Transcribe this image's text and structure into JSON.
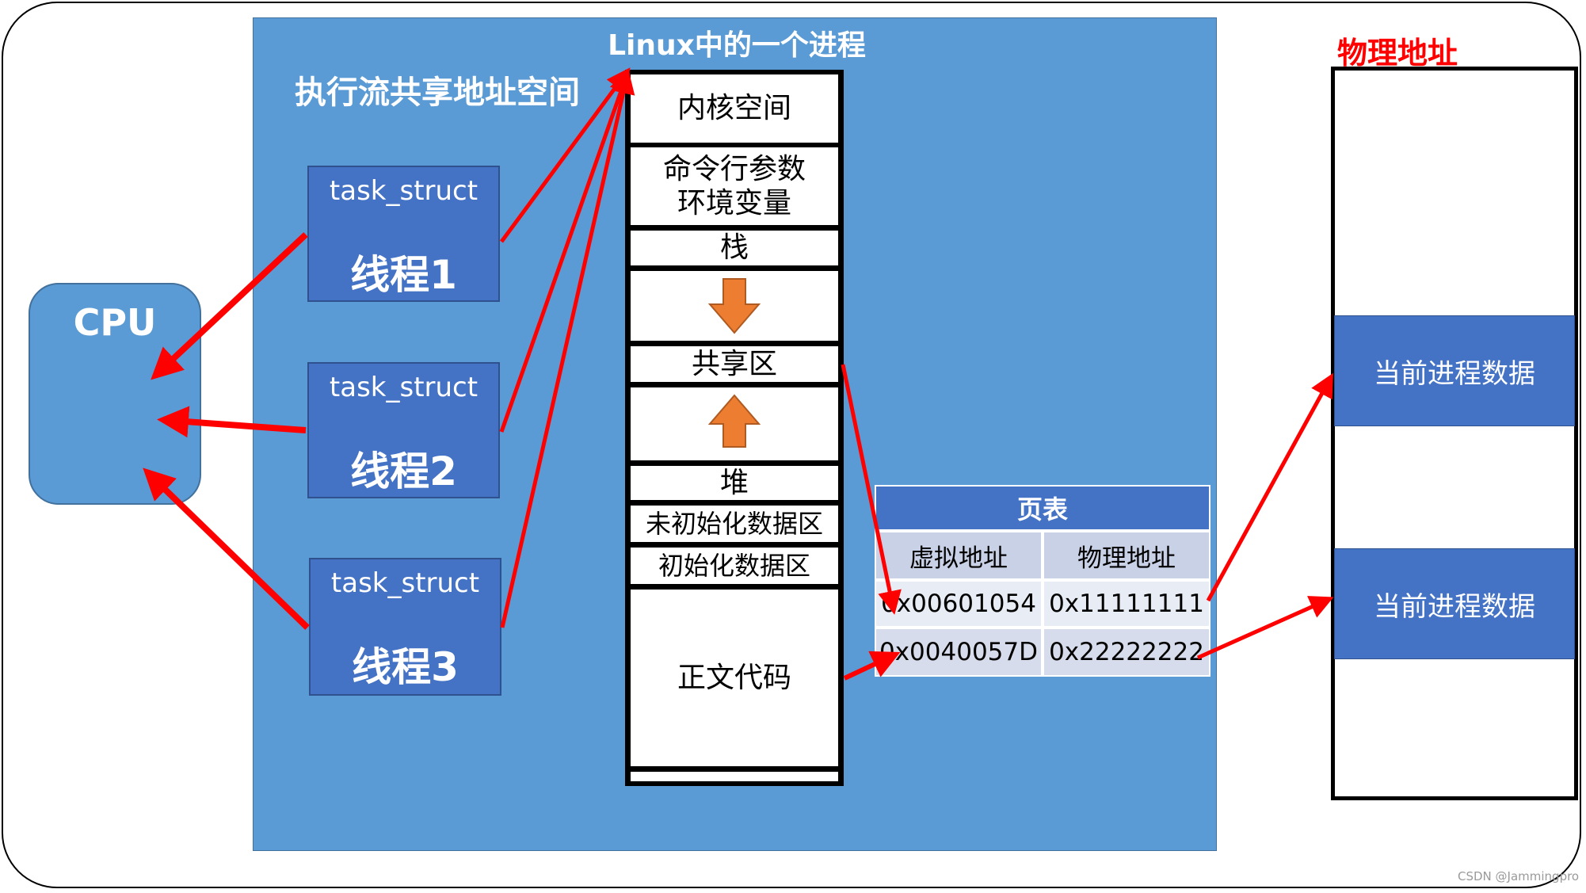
{
  "titles": {
    "process": "Linux中的一个进程",
    "shared_space": "执行流共享地址空间",
    "physical": "物理地址"
  },
  "cpu": {
    "label": "CPU"
  },
  "threads": [
    {
      "struct": "task_struct",
      "name": "线程1"
    },
    {
      "struct": "task_struct",
      "name": "线程2"
    },
    {
      "struct": "task_struct",
      "name": "线程3"
    }
  ],
  "memory_segments": {
    "kernel": "内核空间",
    "args_line1": "命令行参数",
    "args_line2": "环境变量",
    "stack": "栈",
    "shared": "共享区",
    "heap": "堆",
    "bss": "未初始化数据区",
    "data": "初始化数据区",
    "text": "正文代码"
  },
  "page_table": {
    "title": "页表",
    "columns": [
      "虚拟地址",
      "物理地址"
    ],
    "rows": [
      [
        "0x00601054",
        "0x11111111"
      ],
      [
        "0x0040057D",
        "0x22222222"
      ]
    ]
  },
  "physical_blocks": [
    "当前进程数据",
    "当前进程数据"
  ],
  "credit": "CSDN @Jammingpro",
  "colors": {
    "process_bg": "#5b9bd5",
    "thread_bg": "#4472c4",
    "arrow": "#ff0000",
    "growth_arrow": "#ed7d31",
    "physical_title": "#ff0000"
  }
}
